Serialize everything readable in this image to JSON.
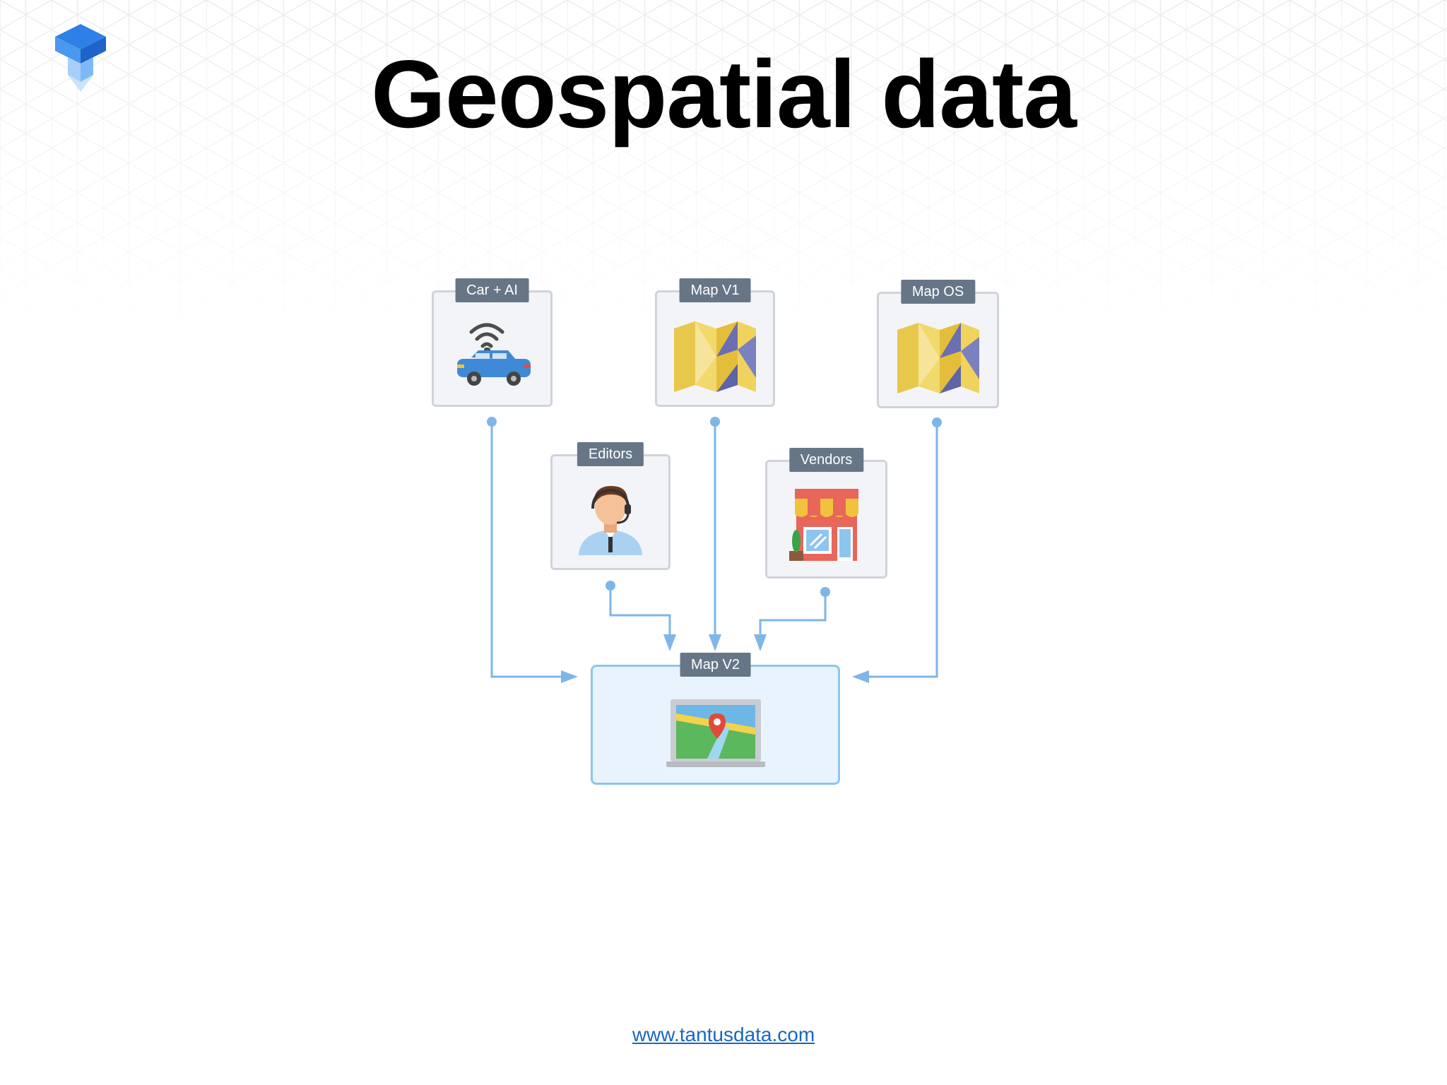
{
  "title": "Geospatial data",
  "footer": {
    "link": "www.tantusdata.com"
  },
  "colors": {
    "accent": "#7eb6e8",
    "tag_bg": "#667687",
    "box_bg": "#f3f4f7",
    "target_bg": "#e8f3fd",
    "link": "#1a66c2"
  },
  "diagram": {
    "sources": [
      {
        "label": "Car + AI",
        "icon": "connected-car-icon"
      },
      {
        "label": "Map V1",
        "icon": "folded-map-icon"
      },
      {
        "label": "Map OS",
        "icon": "folded-map-icon"
      },
      {
        "label": "Editors",
        "icon": "support-agent-icon"
      },
      {
        "label": "Vendors",
        "icon": "storefront-icon"
      }
    ],
    "target": {
      "label": "Map V2",
      "icon": "laptop-map-icon"
    }
  }
}
